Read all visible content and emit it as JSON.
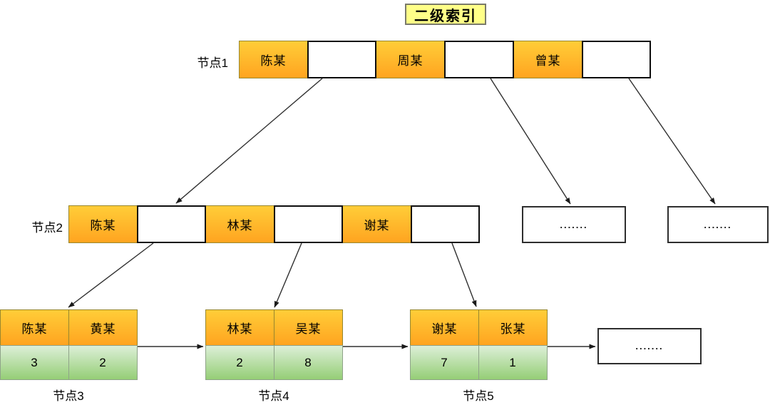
{
  "title": "二级索引",
  "ellipsis": ".......",
  "colors": {
    "orange_top": "#ffcd38",
    "orange_bottom": "#ffa420",
    "green_top": "#ddefd8",
    "green_bottom": "#95ce76",
    "title_bg": "#ffff88"
  },
  "node1": {
    "label": "节点1",
    "keys": [
      "陈某",
      "周某",
      "曾某"
    ]
  },
  "node2": {
    "label": "节点2",
    "keys": [
      "陈某",
      "林某",
      "谢某"
    ]
  },
  "leaf_nodes": [
    {
      "label": "节点3",
      "keys": [
        "陈某",
        "黄某"
      ],
      "values": [
        "3",
        "2"
      ]
    },
    {
      "label": "节点4",
      "keys": [
        "林某",
        "吴某"
      ],
      "values": [
        "2",
        "8"
      ]
    },
    {
      "label": "节点5",
      "keys": [
        "谢某",
        "张某"
      ],
      "values": [
        "7",
        "1"
      ]
    }
  ]
}
